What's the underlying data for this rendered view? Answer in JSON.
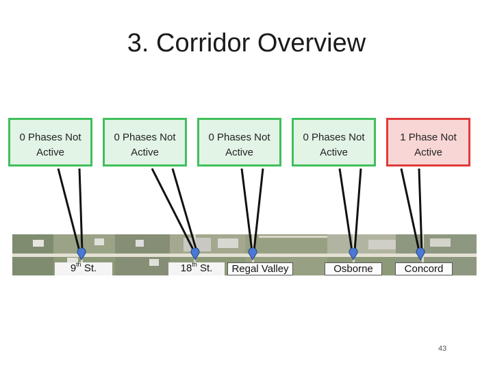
{
  "slide": {
    "title": "3. Corridor Overview",
    "page_number": "43"
  },
  "boxes": [
    {
      "line1": "0 Phases Not",
      "line2": "Active",
      "status": "green"
    },
    {
      "line1": "0 Phases Not",
      "line2": "Active",
      "status": "green"
    },
    {
      "line1": "0 Phases Not",
      "line2": "Active",
      "status": "green"
    },
    {
      "line1": "0 Phases Not",
      "line2": "Active",
      "status": "green"
    },
    {
      "line1": "1 Phase Not",
      "line2": "Active",
      "status": "red"
    }
  ],
  "intersections": {
    "ninth": {
      "prefix": "9",
      "sup": "th",
      "suffix": " St."
    },
    "eighteenth": {
      "prefix": "18",
      "sup": "th",
      "suffix": " St."
    },
    "regal_valley": "Regal Valley",
    "osborne": "Osborne",
    "concord": "Concord"
  },
  "colors": {
    "ok_border": "#3fbf5a",
    "ok_fill": "#e2f4e6",
    "alert_border": "#e03a3a",
    "alert_fill": "#f9d6d6",
    "pin": "#4a78d4"
  },
  "icons": {
    "pin": "map-pin-icon"
  }
}
